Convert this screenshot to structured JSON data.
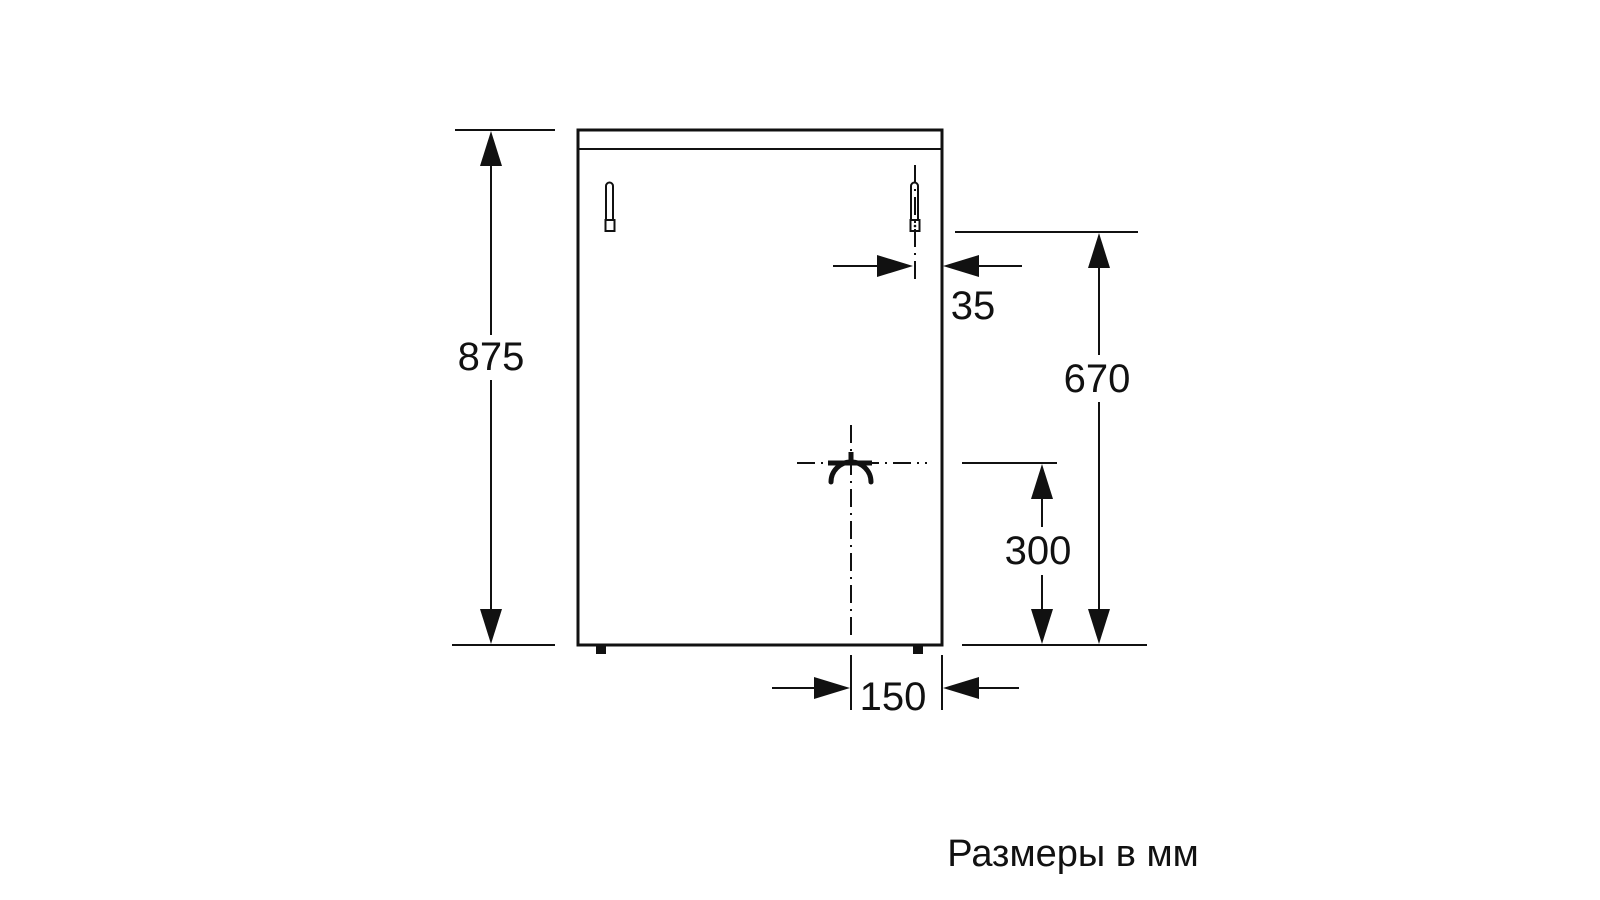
{
  "diagram": {
    "dimensions": {
      "height_total": "875",
      "hook_offset": "35",
      "hook_height": "670",
      "drain_height": "300",
      "drain_offset": "150"
    },
    "caption": "Размеры в мм",
    "line_color": "#111111",
    "background": "#ffffff"
  }
}
